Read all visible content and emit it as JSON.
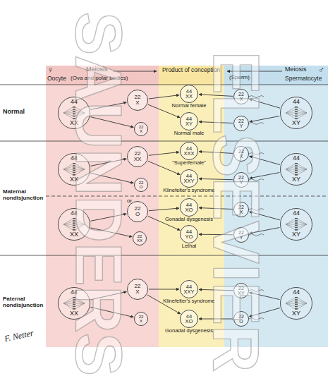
{
  "diagram": {
    "nodes": [
      {
        "text": [
          "44",
          "XX"
        ]
      },
      {
        "text": [
          "22",
          "X"
        ]
      },
      {
        "text": [
          "22",
          "X"
        ]
      },
      {
        "text": [
          "44",
          "XX",
          "Normal female"
        ]
      },
      {
        "text": [
          "44",
          "XY",
          "Normal male"
        ]
      },
      {
        "text": [
          "22",
          "X"
        ]
      },
      {
        "text": [
          "22",
          "Y"
        ]
      },
      {
        "text": [
          "44",
          "XY"
        ]
      },
      {
        "text": [
          "44",
          "XX"
        ]
      },
      {
        "text": [
          "22",
          "XX"
        ]
      },
      {
        "text": [
          "22",
          "O"
        ]
      },
      {
        "text": [
          "44",
          "XXX",
          "“Superfemale”"
        ]
      },
      {
        "text": [
          "44",
          "XXY",
          "Klinefelter's syndrome"
        ]
      },
      {
        "text": [
          "22",
          "X"
        ]
      },
      {
        "text": [
          "22",
          "Y"
        ]
      },
      {
        "text": [
          "44",
          "XY"
        ]
      },
      {
        "text": [
          "44",
          "XX"
        ]
      },
      {
        "text": [
          "22",
          "O"
        ]
      },
      {
        "text": [
          "22",
          "XX"
        ]
      },
      {
        "text": [
          "44",
          "XO",
          "Gonadal dysgenesis"
        ]
      },
      {
        "text": [
          "44",
          "YO",
          "Lethal"
        ]
      },
      {
        "text": [
          "22",
          "X"
        ]
      },
      {
        "text": [
          "22",
          "Y"
        ]
      },
      {
        "text": [
          "44",
          "XY"
        ]
      },
      {
        "text": [
          "44",
          "XX"
        ]
      },
      {
        "text": [
          "22",
          "X"
        ]
      },
      {
        "text": [
          "22",
          "X"
        ]
      },
      {
        "text": [
          "44",
          "XXY",
          "Klinefelter's syndrome"
        ]
      },
      {
        "text": [
          "44",
          "XO",
          "Gonadal dysgenesis"
        ]
      },
      {
        "text": [
          "22",
          "XY"
        ]
      },
      {
        "text": [
          "22",
          "O"
        ]
      },
      {
        "text": [
          "44",
          "XY"
        ]
      }
    ],
    "edges": [
      {
        "from": 0,
        "to": 1,
        "arrow": "to"
      },
      {
        "from": 0,
        "to": 2,
        "arrow": "to"
      },
      {
        "from": 1,
        "to": 3,
        "arrow": "to"
      },
      {
        "from": 1,
        "to": 4,
        "arrow": "to"
      },
      {
        "from": 5,
        "to": 3,
        "arrow": "to"
      },
      {
        "from": 6,
        "to": 4,
        "arrow": "to"
      },
      {
        "from": 7,
        "to": 5,
        "arrow": "to"
      },
      {
        "from": 7,
        "to": 6,
        "arrow": "to"
      },
      {
        "from": 8,
        "to": 9,
        "arrow": "to"
      },
      {
        "from": 8,
        "to": 10,
        "arrow": "to"
      },
      {
        "from": 9,
        "to": 11,
        "arrow": "to"
      },
      {
        "from": 9,
        "to": 12,
        "arrow": "to"
      },
      {
        "from": 13,
        "to": 11,
        "arrow": "to"
      },
      {
        "from": 14,
        "to": 12,
        "arrow": "to"
      },
      {
        "from": 15,
        "to": 13,
        "arrow": "to"
      },
      {
        "from": 15,
        "to": 14,
        "arrow": "to"
      },
      {
        "from": 16,
        "to": 17,
        "arrow": "to"
      },
      {
        "from": 16,
        "to": 18,
        "arrow": "to"
      },
      {
        "from": 17,
        "to": 19,
        "arrow": "to"
      },
      {
        "from": 17,
        "to": 20,
        "arrow": "to"
      },
      {
        "from": 21,
        "to": 19,
        "arrow": "to"
      },
      {
        "from": 22,
        "to": 20,
        "arrow": "to"
      },
      {
        "from": 23,
        "to": 21,
        "arrow": "to"
      },
      {
        "from": 23,
        "to": 22,
        "arrow": "to"
      },
      {
        "from": 24,
        "to": 25,
        "arrow": "to"
      },
      {
        "from": 24,
        "to": 26,
        "arrow": "to"
      },
      {
        "from": 25,
        "to": 27,
        "arrow": "to"
      },
      {
        "from": 25,
        "to": 28,
        "arrow": "to"
      },
      {
        "from": 29,
        "to": 27,
        "arrow": "to"
      },
      {
        "from": 30,
        "to": 28,
        "arrow": "to"
      },
      {
        "from": 31,
        "to": 29,
        "arrow": "to"
      },
      {
        "from": 31,
        "to": 30,
        "arrow": "to"
      }
    ],
    "labels": [
      "♀",
      "Oocyte",
      "Meiosis",
      "(Ova and polar bodies)",
      "Product of conception",
      "(Sperm)",
      "Meiosis",
      "♂",
      "Spermatocyte",
      "Normal",
      "Maternal nondisjunction",
      "or",
      "Paternal nondisjunction",
      "F. Netter",
      "SAUNDERS",
      "ELSEVIER"
    ]
  }
}
